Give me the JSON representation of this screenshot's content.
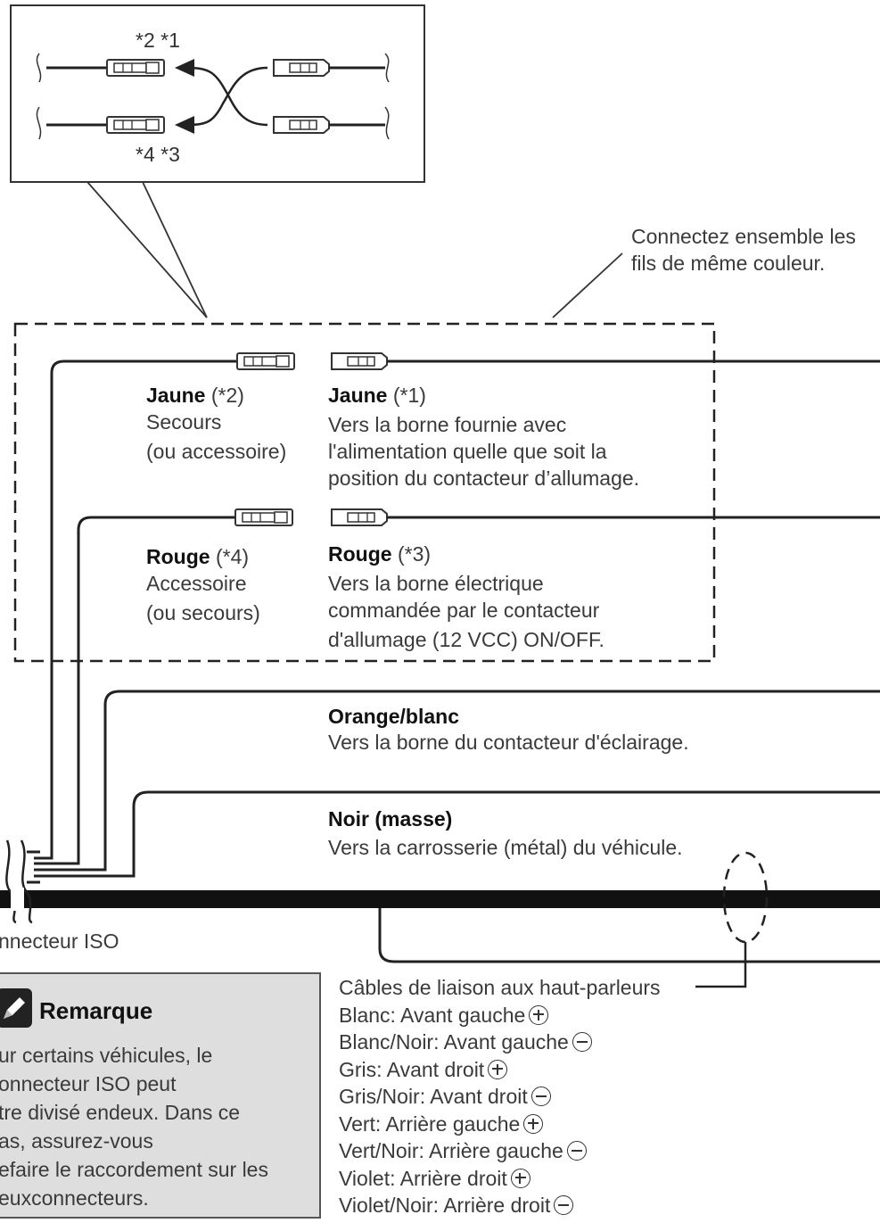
{
  "inset": {
    "label_top": "*2 *1",
    "label_bottom": "*4 *3"
  },
  "connect_note": {
    "line1": "Connectez ensemble les",
    "line2": "fils de même couleur."
  },
  "wires": {
    "yellow_left": {
      "name": "Jaune",
      "ref": "(*2)",
      "desc1": "Secours",
      "desc2": "(ou accessoire)"
    },
    "yellow_right": {
      "name": "Jaune",
      "ref": "(*1)",
      "desc1": "Vers la borne fournie avec",
      "desc2": "l'alimentation quelle que soit la",
      "desc3": "position du contacteur d’allumage."
    },
    "red_left": {
      "name": "Rouge",
      "ref": "(*4)",
      "desc1": "Accessoire",
      "desc2": "(ou secours)"
    },
    "red_right": {
      "name": "Rouge",
      "ref": "(*3)",
      "desc1": "Vers la borne électrique",
      "desc2": "commandée par le contacteur",
      "desc3": "d'allumage (12 VCC) ON/OFF."
    },
    "orange": {
      "name": "Orange/blanc",
      "desc": "Vers la borne du contacteur d'éclairage."
    },
    "black": {
      "name": "Noir (masse)",
      "desc": "Vers la carrosserie (métal) du véhicule."
    }
  },
  "iso_connector_label": "nnecteur ISO",
  "note": {
    "title": "Remarque",
    "lines": [
      "ur certains véhicules, le",
      "onnecteur ISO peut",
      "tre divisé endeux. Dans ce",
      "as, assurez-vous",
      "efaire le raccordement sur les",
      "euxconnecteurs."
    ]
  },
  "speakers": {
    "title": "Câbles de liaison aux haut-parleurs",
    "items": [
      {
        "label": "Blanc:  Avant gauche",
        "polarity": "plus"
      },
      {
        "label": "Blanc/Noir:  Avant gauche",
        "polarity": "minus"
      },
      {
        "label": "Gris:  Avant droit",
        "polarity": "plus"
      },
      {
        "label": "Gris/Noir:  Avant droit",
        "polarity": "minus"
      },
      {
        "label": "Vert:  Arrière gauche",
        "polarity": "plus"
      },
      {
        "label": "Vert/Noir:  Arrière gauche",
        "polarity": "minus"
      },
      {
        "label": "Violet:  Arrière droit",
        "polarity": "plus"
      },
      {
        "label": "Violet/Noir:  Arrière droit",
        "polarity": "minus"
      }
    ]
  }
}
